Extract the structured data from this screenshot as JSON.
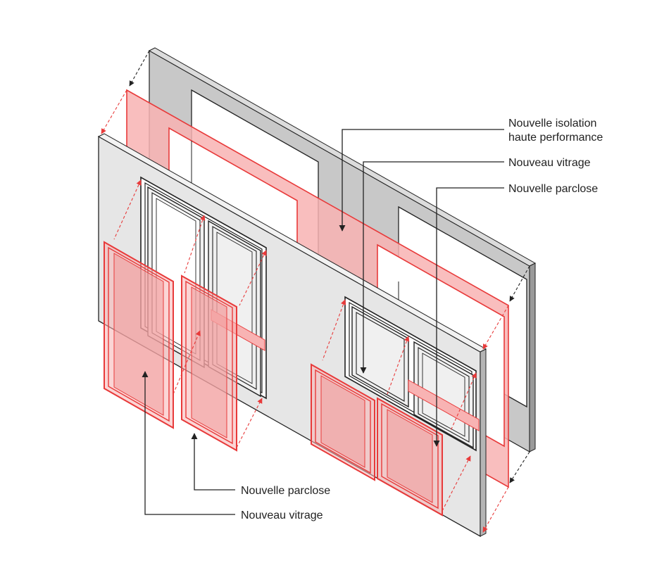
{
  "colors": {
    "background": "#ffffff",
    "wall_back": "#c8c8c8",
    "wall_front": "#e6e6e6",
    "insulation_fill": "#f8b3b3",
    "insulation_stroke": "#e83a3a",
    "frame_stroke": "#222222",
    "glass_fill": "#f0f0f0",
    "arrow_red": "#e83a3a",
    "leader_line": "#222222"
  },
  "labels": {
    "insulation_line1": "Nouvelle isolation",
    "insulation_line2": "haute performance",
    "glazing_top": "Nouveau vitrage",
    "bead_top": "Nouvelle parclose",
    "bead_bottom": "Nouvelle parclose",
    "glazing_bottom": "Nouveau vitrage"
  },
  "icons": {
    "leader_arrow": "arrow-head-icon",
    "assembly_arrow": "dashed-arrow-icon"
  }
}
